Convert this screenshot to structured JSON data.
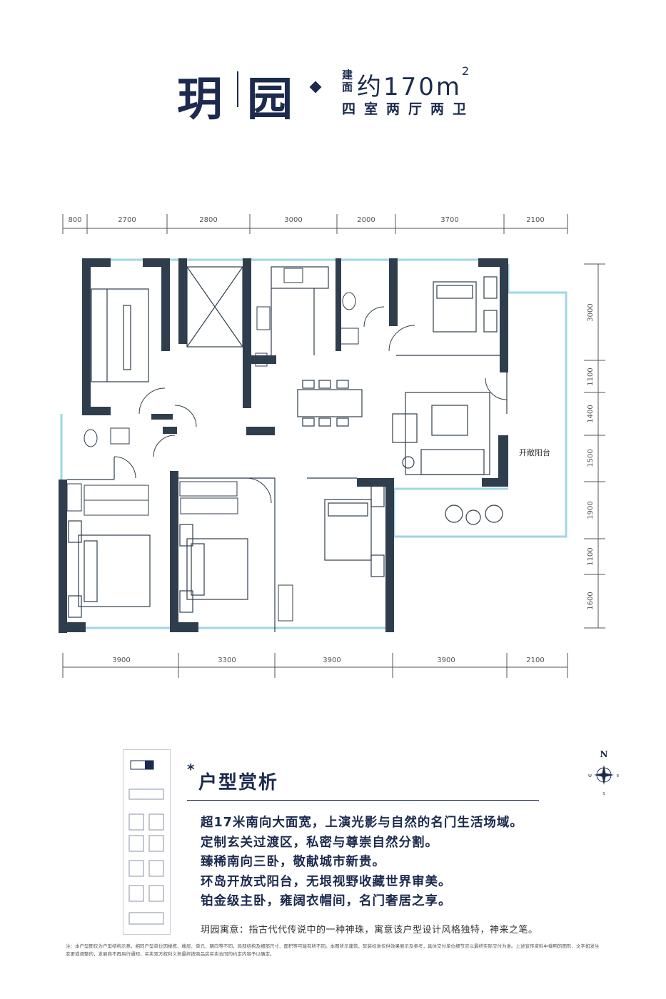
{
  "header": {
    "name_left": "玥",
    "name_right": "园",
    "area_label_top": "建",
    "area_label_bottom": "面",
    "area_value": "约170m",
    "area_unit_sup": "2",
    "rooms": "四室两厅两卫"
  },
  "plan": {
    "top_dims": [
      "800",
      "2700",
      "2800",
      "3000",
      "2000",
      "3700",
      "2100"
    ],
    "bottom_dims": [
      "3900",
      "3300",
      "3900",
      "3900",
      "2100"
    ],
    "right_dims": [
      "3000",
      "1100",
      "1400",
      "1500",
      "1900",
      "1100",
      "1600"
    ],
    "balcony_label": "开敞阳台"
  },
  "analysis": {
    "star": "*",
    "title": "户型赏析",
    "points": [
      "超17米南向大面宽，上演光影与自然的名门生活场域。",
      "定制玄关过渡区，私密与尊崇自然分割。",
      "臻稀南向三卧，敬献城市新贵。",
      "环岛开放式阳台，无垠视野收藏世界审美。",
      "铂金级主卧，雍阔衣帽间，名门奢居之享。"
    ],
    "meaning": "玥园寓意：指古代代传说中的一种神珠，寓意该户型设计风格独特，神来之笔。"
  },
  "compass": {
    "n": "N",
    "w": "W",
    "e": "E",
    "s": "S"
  },
  "disclaimer": "注：本户型图仅为户型结构示意，相同户型单位因楼栋、楼层、单元、朝向等不同，局部结构及细部尺寸、面积等可能有所不同。本图所示建筑、软装标准仅供效果展示及参考，具体交付单位细节应以最终实际交付为准。上述宣传资料中载明的图形、文字如发生变更或调整的，发展商不再另行通知，买卖双方权利义务最终按商品房买卖合同的约定内容予以确定。",
  "colors": {
    "wall": "#2f3e4d",
    "glass": "#9fd6e4",
    "brand": "#1b2a4e"
  }
}
